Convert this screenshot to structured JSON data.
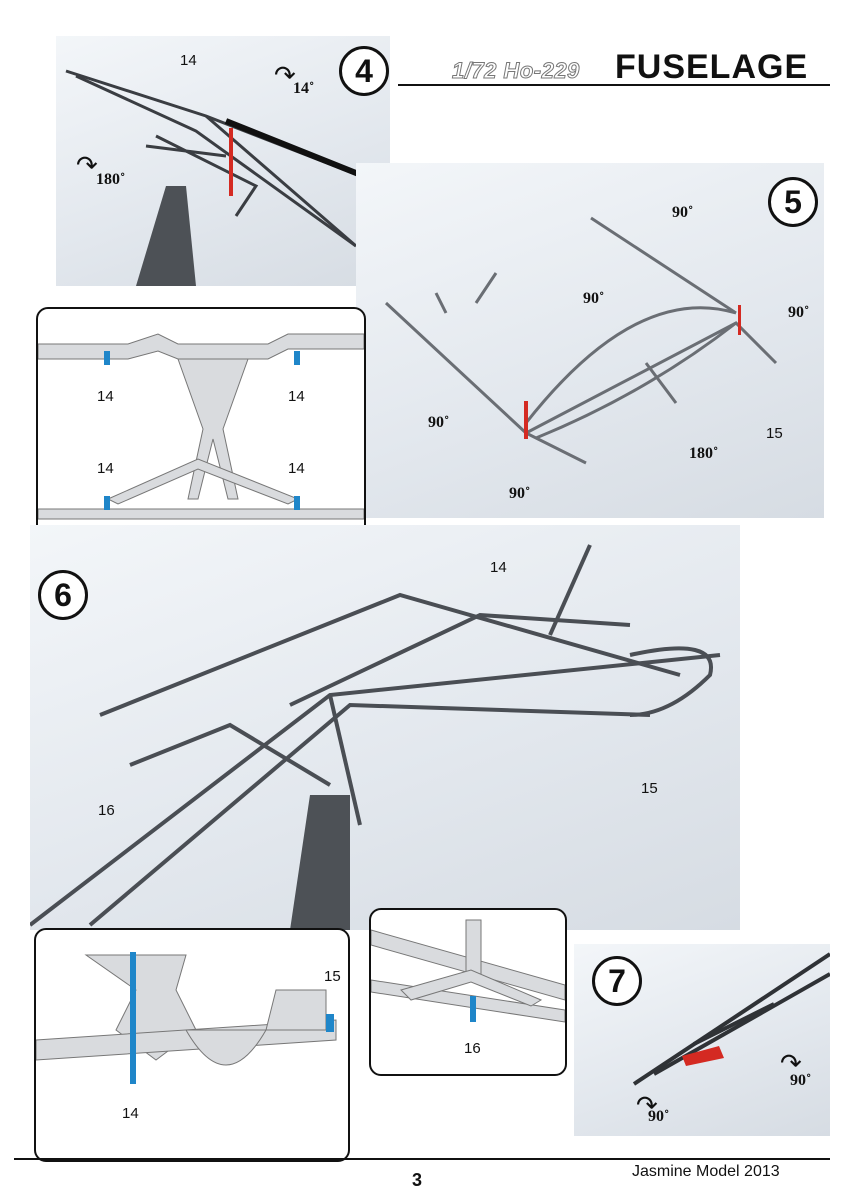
{
  "header": {
    "model": "1/72 Ho-229",
    "title": "FUSELAGE"
  },
  "steps": {
    "s4": {
      "number": "4",
      "part_labels": [
        "14"
      ],
      "rotations": [
        "14˚",
        "180˚"
      ]
    },
    "s5": {
      "number": "5",
      "part_labels": [
        "15"
      ],
      "rotations": [
        "90˚",
        "90˚",
        "90˚",
        "90˚",
        "90˚",
        "180˚"
      ]
    },
    "s5_detail": {
      "part_labels": [
        "14",
        "14",
        "14",
        "14"
      ]
    },
    "s6": {
      "number": "6",
      "part_labels": [
        "14",
        "16",
        "15"
      ]
    },
    "s6_detail_left": {
      "part_labels": [
        "15",
        "14"
      ]
    },
    "s6_detail_right": {
      "part_labels": [
        "16"
      ]
    },
    "s7": {
      "number": "7",
      "rotations": [
        "90˚",
        "90˚"
      ]
    }
  },
  "colors": {
    "highlight_blue": "#1f86c9",
    "highlight_red": "#d42a22",
    "metal": "#8a8f95"
  },
  "footer": {
    "page_number": "3",
    "brand": "Jasmine Model 2013"
  }
}
